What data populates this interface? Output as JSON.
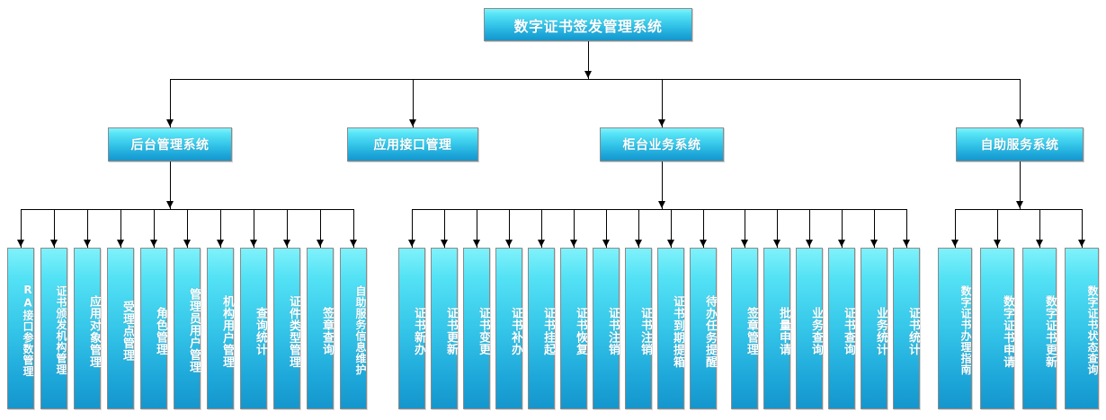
{
  "diagram": {
    "type": "org-chart",
    "orientation": "top-down",
    "title": "数字证书签发管理系统",
    "root": {
      "label": "数字证书签发管理系统"
    },
    "branches": [
      {
        "label": "后台管理系统",
        "children": [
          "RA接口参数管理",
          "证书颁发机构管理",
          "应用对象管理",
          "受理点管理",
          "角色管理",
          "管理员用户管理",
          "机构用户管理",
          "查询统计",
          "证件类型管理",
          "签章查询",
          "自助服务信息维护"
        ]
      },
      {
        "label": "应用接口管理",
        "children": []
      },
      {
        "label": "柜台业务系统",
        "children": [
          "证书新办",
          "证书更新",
          "证书变更",
          "证书补办",
          "证书挂起",
          "证书恢复",
          "证书注销",
          "证书注销",
          "证书到期提箱",
          "待办任务提醒",
          "签章管理",
          "批量申请",
          "业务查询",
          "证书查询",
          "业务统计",
          "证书统计"
        ]
      },
      {
        "label": "自助服务系统",
        "children": [
          "数字证书办理指南",
          "数字证书申请",
          "数字证书更新",
          "数字证书状态查询"
        ]
      }
    ],
    "colors": {
      "node_top": "#7ff2fb",
      "node_bottom": "#1596cc",
      "node_border": "#8a8a8a",
      "connector": "#000000",
      "text": "#ffffff",
      "background": "#ffffff"
    }
  }
}
